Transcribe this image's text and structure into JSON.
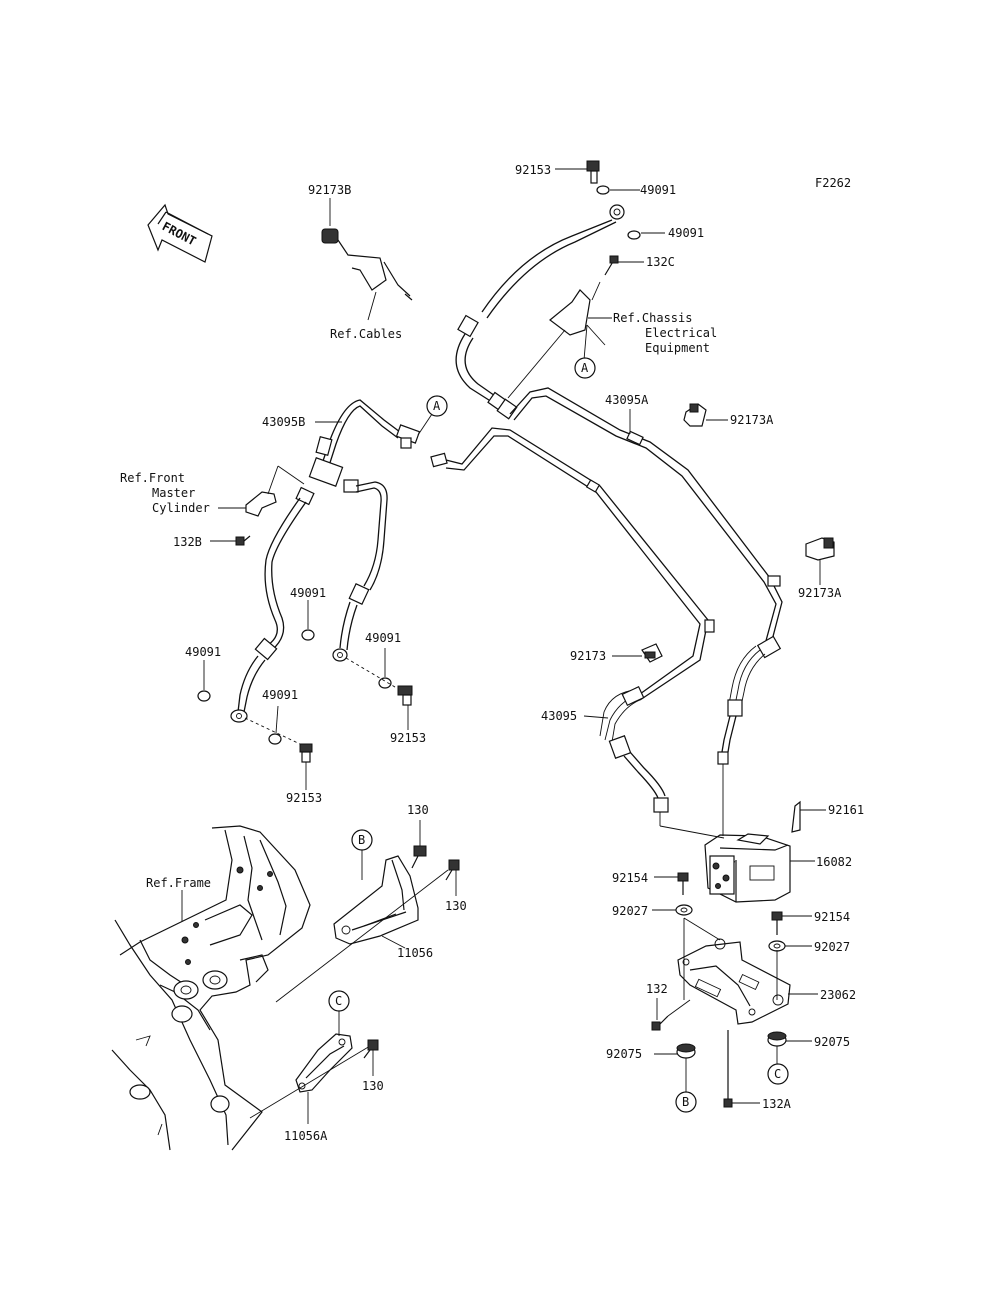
{
  "diagram_code": "F2262",
  "front_arrow_label": "FRONT",
  "callouts": {
    "A": "A",
    "B": "B",
    "C": "C"
  },
  "labels": {
    "p92153_top": "92153",
    "p49091_a": "49091",
    "p49091_b": "49091",
    "p92173B": "92173B",
    "ref_cables": "Ref.Cables",
    "p132C": "132C",
    "ref_chassis_1": "Ref.Chassis",
    "ref_chassis_2": "Electrical",
    "ref_chassis_3": "Equipment",
    "p43095B": "43095B",
    "p43095A": "43095A",
    "p92173A_a": "92173A",
    "ref_front_1": "Ref.Front",
    "ref_front_2": "Master",
    "ref_front_3": "Cylinder",
    "p132B": "132B",
    "p92173A_b": "92173A",
    "p49091_c": "49091",
    "p49091_d": "49091",
    "p49091_e": "49091",
    "p49091_f": "49091",
    "p92173": "92173",
    "p92153_mid": "92153",
    "p43095": "43095",
    "p92153_low": "92153",
    "p130_a": "130",
    "p92161": "92161",
    "ref_frame": "Ref.Frame",
    "p130_b": "130",
    "p16082": "16082",
    "p11056": "11056",
    "p92154_a": "92154",
    "p92027_a": "92027",
    "p92154_b": "92154",
    "p92027_b": "92027",
    "p132": "132",
    "p23062": "23062",
    "p130_c": "130",
    "p92075_a": "92075",
    "p92075_b": "92075",
    "p11056A": "11056A",
    "p132A": "132A"
  }
}
